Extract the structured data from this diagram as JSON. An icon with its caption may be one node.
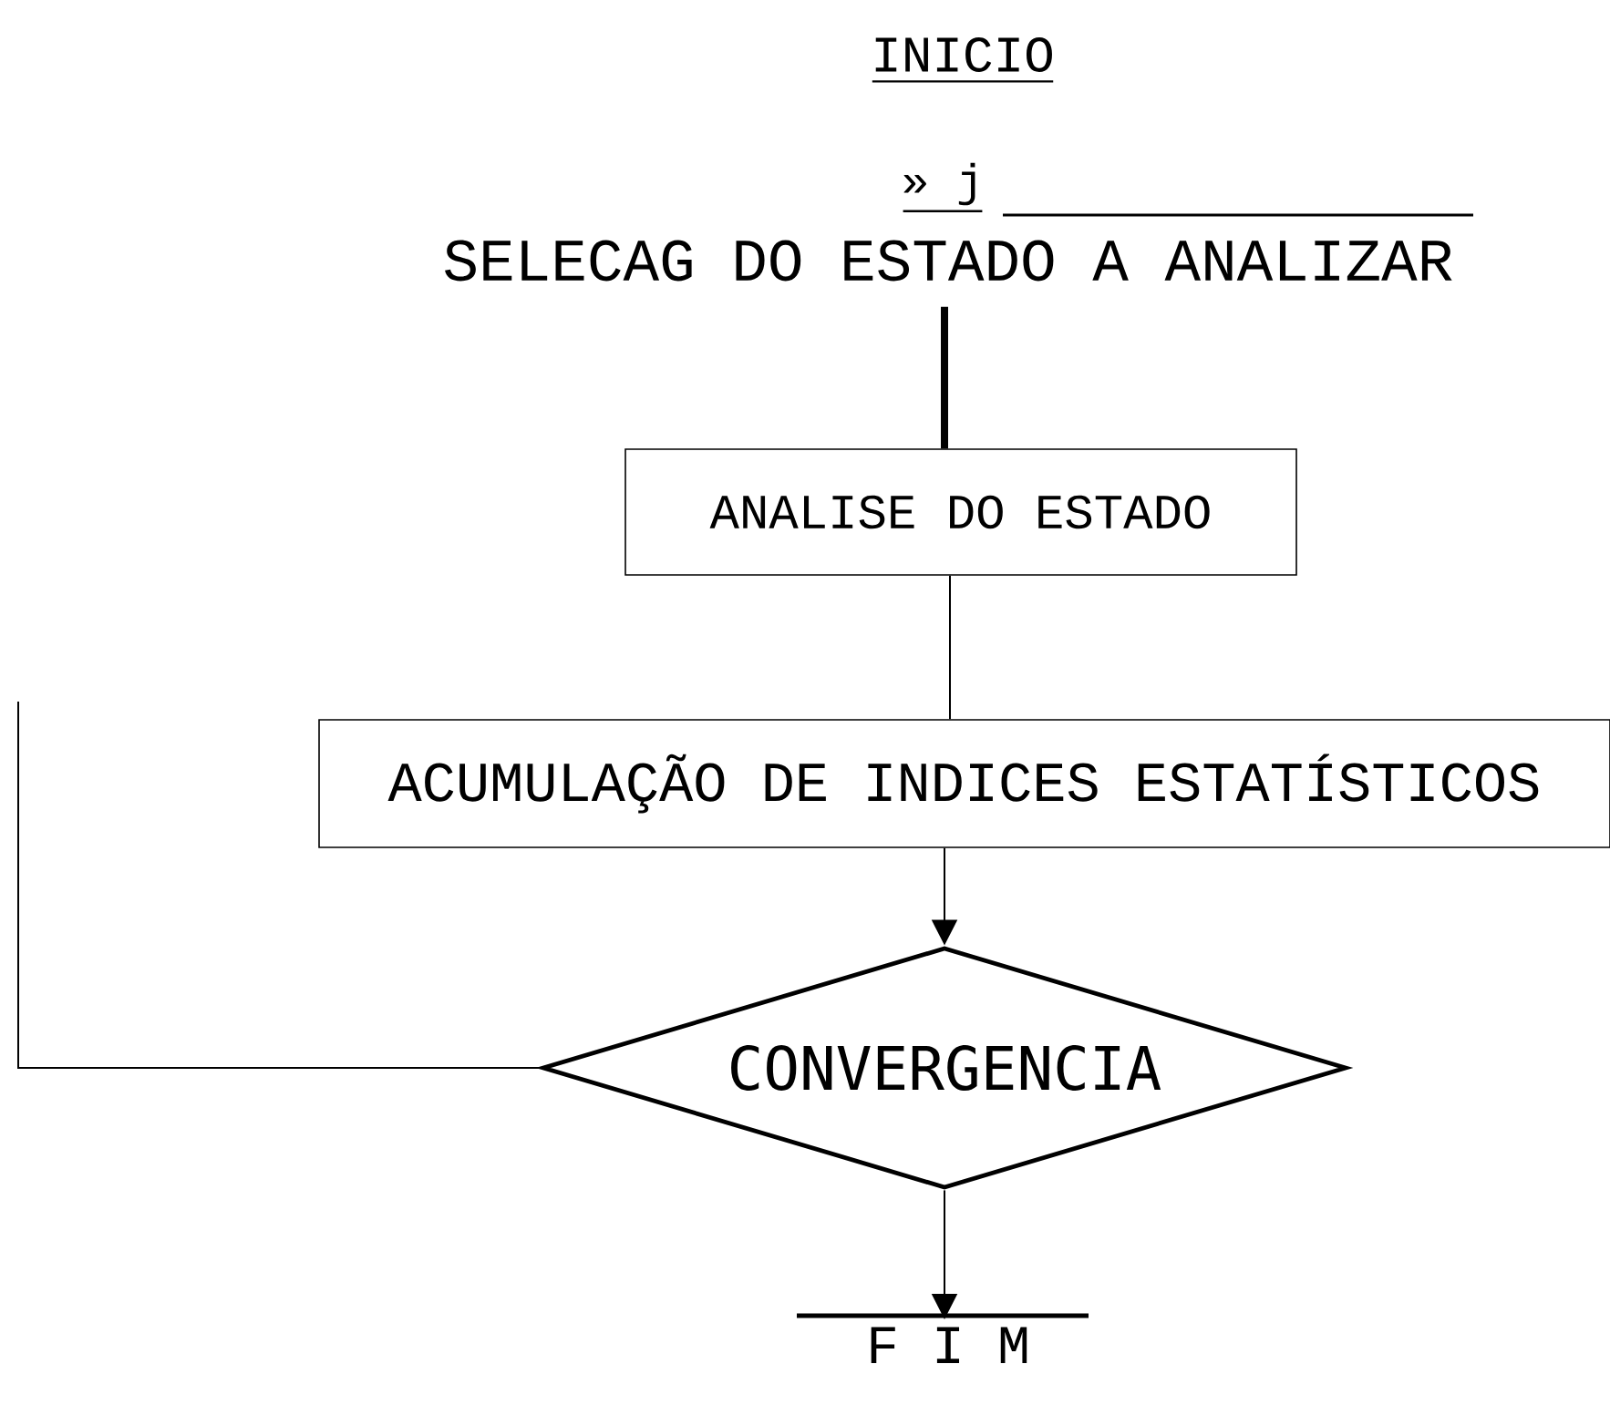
{
  "diagram": {
    "nodes": [
      {
        "text": [
          "INICIO"
        ]
      },
      {
        "text": [
          "SELECAG DO ESTADO A ANALIZAR"
        ]
      },
      {
        "text": [
          "ANALISE DO ESTADO"
        ]
      },
      {
        "text": [
          "ACUMULAÇÃO DE INDICES ESTATÍSTICOS"
        ]
      },
      {
        "text": [
          "CONVERGENCIA"
        ]
      },
      {
        "text": [
          "F I M"
        ]
      }
    ],
    "edges": [
      {
        "from": 1,
        "to": 2,
        "arrow": "none",
        "style": "thick"
      },
      {
        "from": 2,
        "to": 3,
        "arrow": "none"
      },
      {
        "from": 3,
        "to": 4,
        "arrow": "to"
      },
      {
        "from": 4,
        "to": 5,
        "arrow": "to"
      },
      {
        "from": 4,
        "to": null,
        "arrow": "none"
      }
    ],
    "labels": [
      "» j"
    ]
  }
}
